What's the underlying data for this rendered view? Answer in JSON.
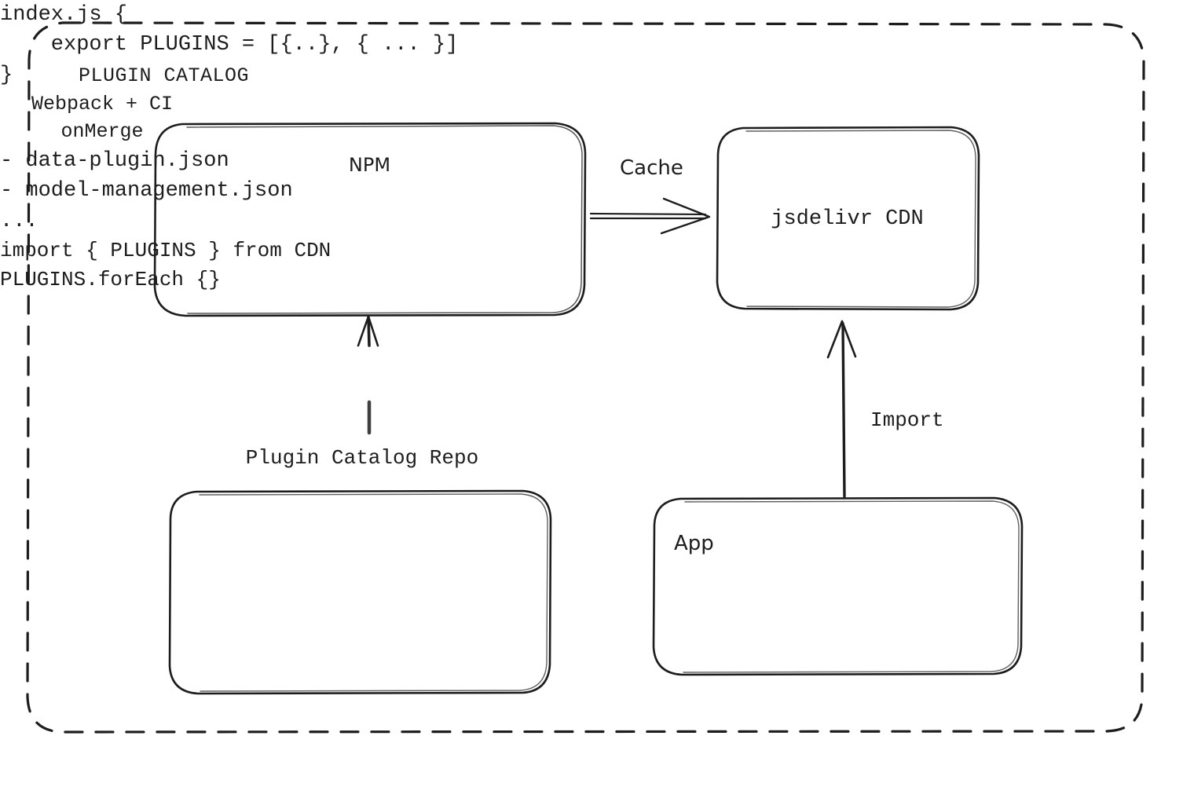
{
  "diagram": {
    "type": "architecture-flow",
    "style": "hand-drawn-sketch",
    "stroke_color": "#1d1d1d",
    "background_color": "#ffffff",
    "group": {
      "title": "PLUGIN CATALOG",
      "border": "dashed"
    },
    "nodes": {
      "npm": {
        "title": "NPM",
        "code_lines": [
          "index.js {",
          "    export PLUGINS = [{..}, { ... }]",
          "}"
        ]
      },
      "cdn": {
        "title": "jsdelivr CDN"
      },
      "repo": {
        "caption": "Plugin Catalog Repo",
        "items": [
          "- data-plugin.json",
          "- model-management.json",
          "..."
        ]
      },
      "app": {
        "title": "App",
        "code_lines": [
          "import { PLUGINS } from CDN",
          "PLUGINS.forEach {}"
        ]
      }
    },
    "edges": [
      {
        "id": "npm-to-cdn",
        "label": "Cache",
        "from": "npm",
        "to": "cdn",
        "direction": "right"
      },
      {
        "id": "repo-to-npm",
        "label": "Webpack + CI\nonMerge",
        "label_line1": "Webpack + CI",
        "label_line2": "onMerge",
        "from": "repo",
        "to": "npm",
        "direction": "up"
      },
      {
        "id": "app-to-cdn",
        "label": "Import",
        "from": "app",
        "to": "cdn",
        "direction": "up"
      }
    ]
  }
}
